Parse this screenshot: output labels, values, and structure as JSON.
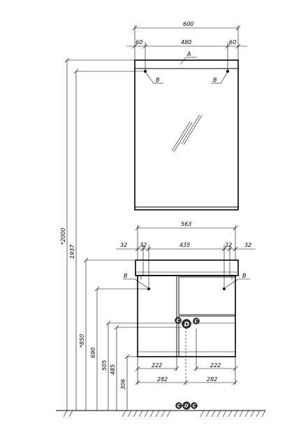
{
  "top_dims": {
    "width": "600",
    "left": "60",
    "mid": "480",
    "right": "60"
  },
  "letters": {
    "a": "A",
    "b": "B",
    "c": "C",
    "d": "D"
  },
  "cab_dims": {
    "width": "563",
    "left_outer": "32",
    "left_inner": "32",
    "mid": "435",
    "right_inner": "32",
    "right_outer": "32",
    "bottom_inner_left": "222",
    "bottom_inner_right": "222",
    "bottom_outer_left": "282",
    "bottom_outer_right": "282"
  },
  "heights": {
    "h2000": "*2000",
    "h1937": "1937",
    "h850": "*850",
    "h690": "690",
    "h505": "505",
    "h485": "485",
    "h306": "306"
  }
}
